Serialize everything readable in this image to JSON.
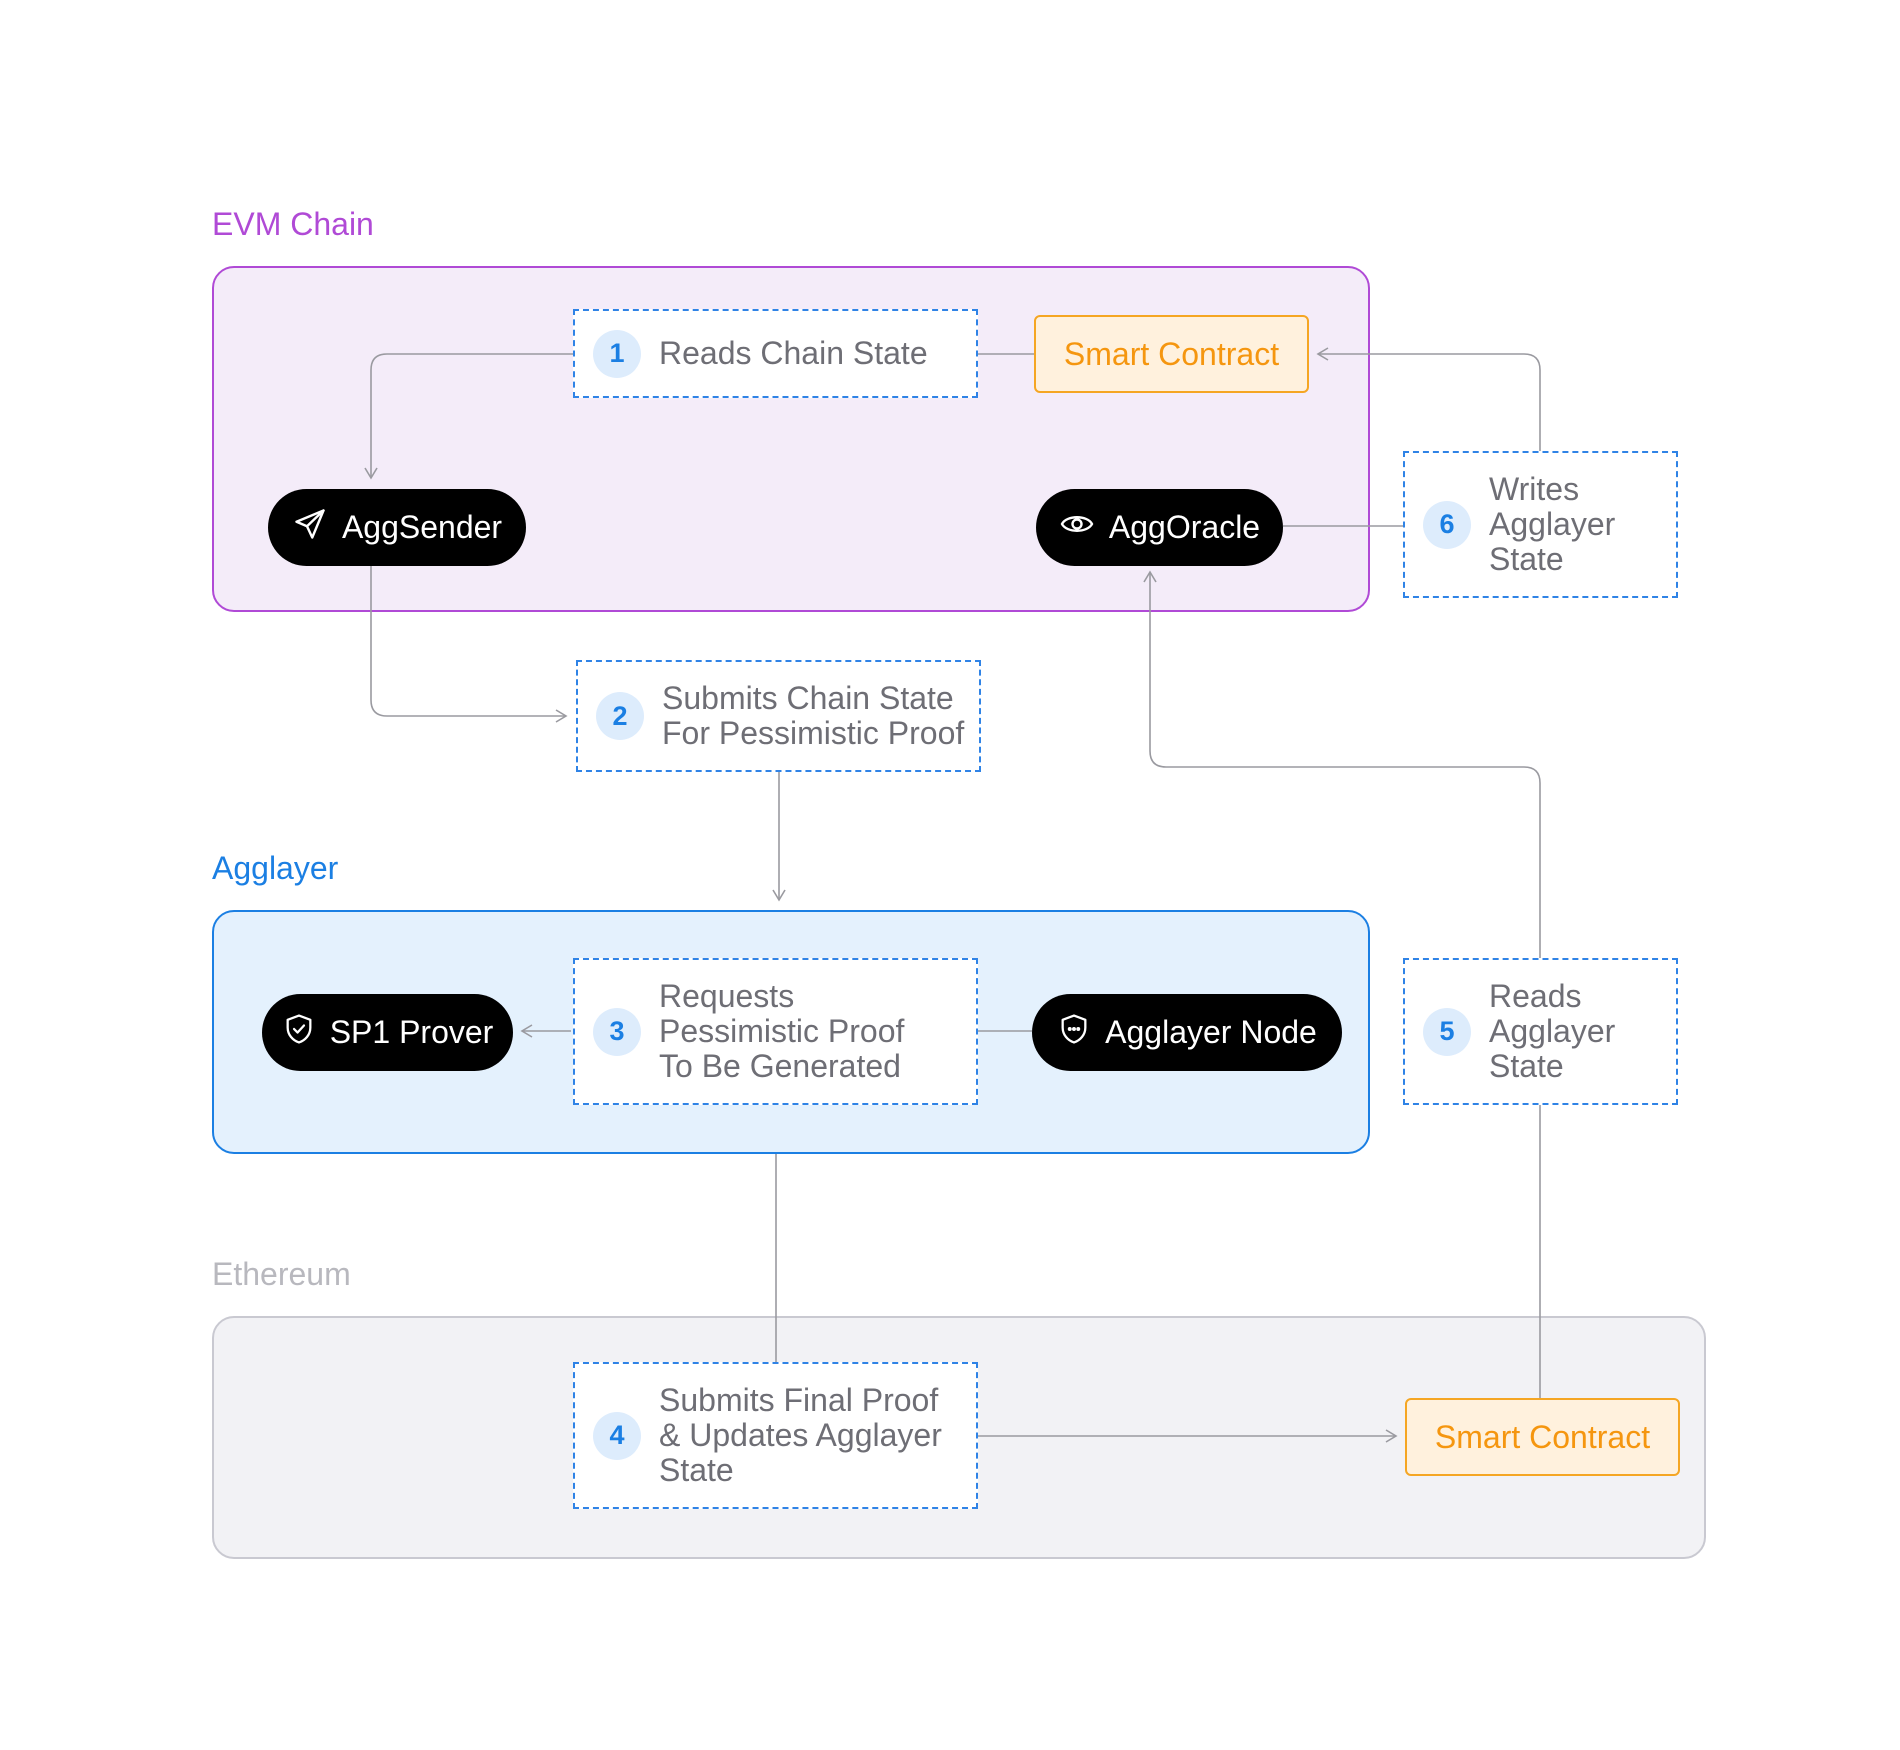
{
  "regions": {
    "evm_chain": "EVM Chain",
    "agglayer": "Agglayer",
    "ethereum": "Ethereum"
  },
  "nodes": {
    "aggsender": {
      "label": "AggSender",
      "icon": "send-icon"
    },
    "aggoracle": {
      "label": "AggOracle",
      "icon": "eye-icon"
    },
    "sp1_prover": {
      "label": "SP1 Prover",
      "icon": "shield-check-icon"
    },
    "agglayer_node": {
      "label": "Agglayer Node",
      "icon": "shield-dots-icon"
    },
    "smart_contract_evm": {
      "label": "Smart Contract"
    },
    "smart_contract_eth": {
      "label": "Smart Contract"
    }
  },
  "steps": [
    {
      "num": "1",
      "lines": [
        "Reads Chain State"
      ]
    },
    {
      "num": "2",
      "lines": [
        "Submits Chain State",
        "For Pessimistic Proof"
      ]
    },
    {
      "num": "3",
      "lines": [
        "Requests",
        "Pessimistic Proof",
        "To Be Generated"
      ]
    },
    {
      "num": "4",
      "lines": [
        "Submits Final Proof",
        "& Updates Agglayer",
        "State"
      ]
    },
    {
      "num": "5",
      "lines": [
        "Reads",
        "Agglayer",
        "State"
      ]
    },
    {
      "num": "6",
      "lines": [
        "Writes",
        "Agglayer",
        "State"
      ]
    }
  ],
  "colors": {
    "evm_accent": "#b04ad6",
    "agglayer_accent": "#1b7fe3",
    "ethereum_accent": "#b8b8be",
    "contract_orange": "#f5960f",
    "connector_gray": "#9a9aa0"
  }
}
